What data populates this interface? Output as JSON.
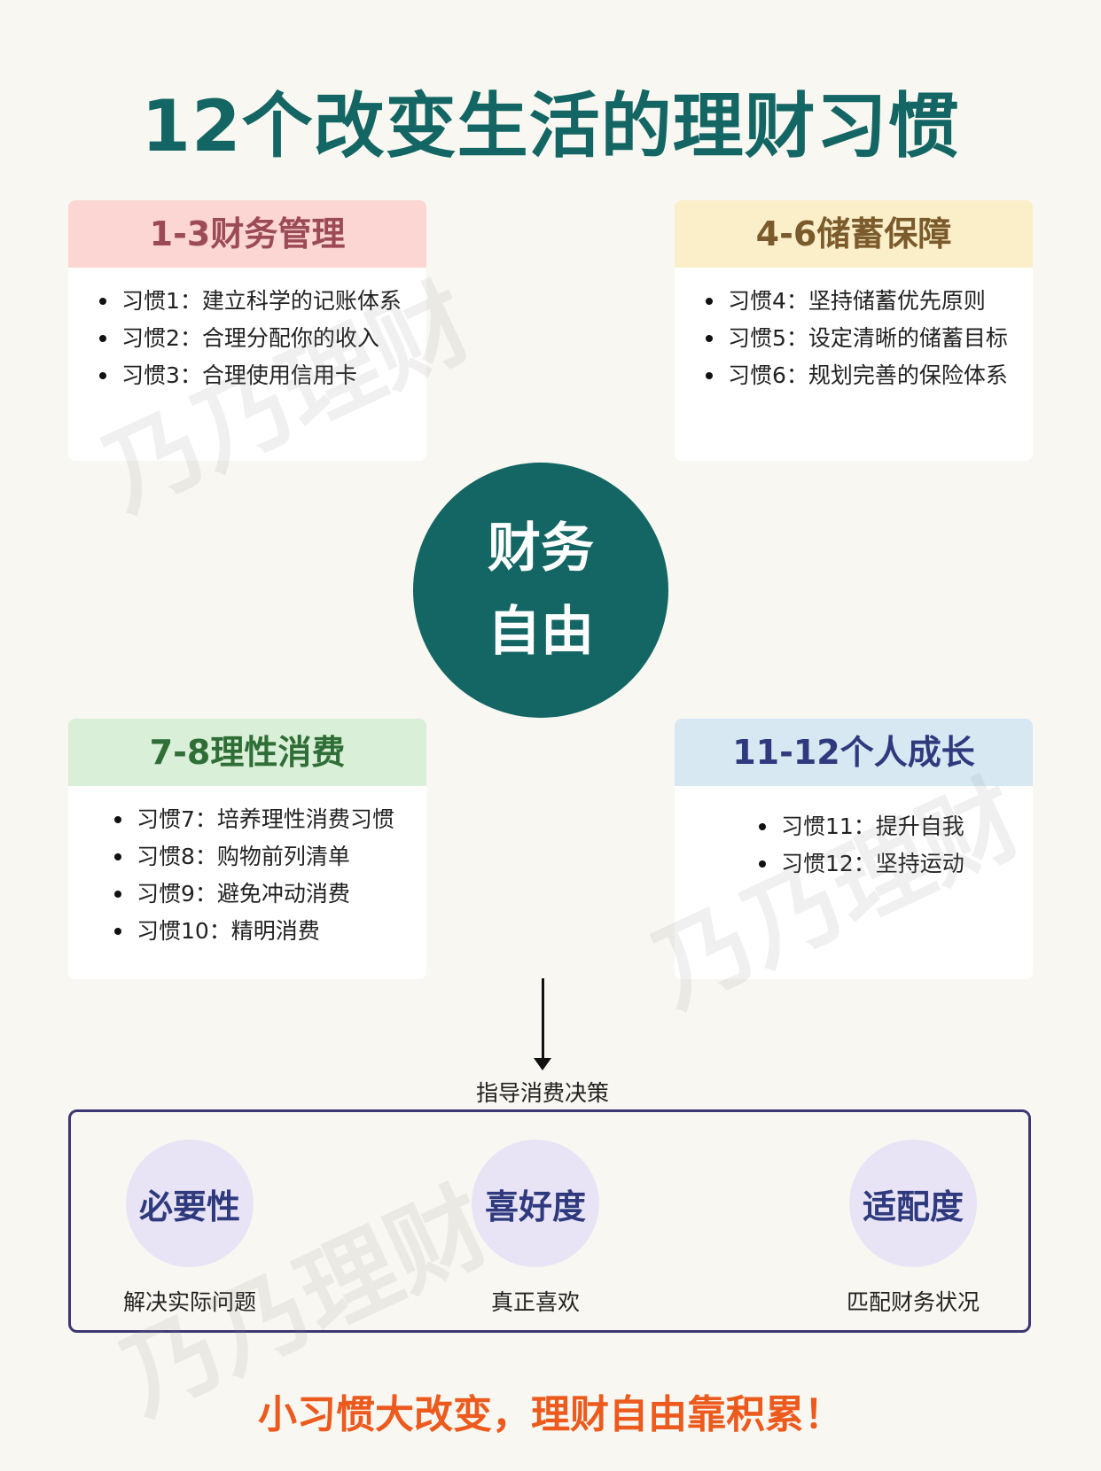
{
  "title": "12个改变生活的理财习惯",
  "cards": [
    {
      "heading": "1-3财务管理",
      "items": [
        "习惯1：建立科学的记账体系",
        "习惯2：合理分配你的收入",
        "习惯3：合理使用信用卡"
      ]
    },
    {
      "heading": "4-6储蓄保障",
      "items": [
        "习惯4：坚持储蓄优先原则",
        "习惯5：设定清晰的储蓄目标",
        "习惯6：规划完善的保险体系"
      ]
    },
    {
      "heading": "7-8理性消费",
      "items": [
        "习惯7：培养理性消费习惯",
        "习惯8：购物前列清单",
        "习惯9：避免冲动消费",
        "习惯10：精明消费"
      ]
    },
    {
      "heading": "11-12个人成长",
      "items": [
        "习惯11：提升自我",
        "习惯12：坚持运动"
      ]
    }
  ],
  "center": {
    "line1": "财务",
    "line2": "自由"
  },
  "arrow_label": "指导消费决策",
  "factors": [
    {
      "label": "必要性",
      "sub": "解决实际问题"
    },
    {
      "label": "喜好度",
      "sub": "真正喜欢"
    },
    {
      "label": "适配度",
      "sub": "匹配财务状况"
    }
  ],
  "slogan": "小习惯大改变，理财自由靠积累！",
  "watermark": "乃乃理财",
  "colors": {
    "title": "#136663",
    "center": "#136663",
    "slogan": "#ec5a1e",
    "card1_head": "#fbd6d3",
    "card2_head": "#faefc9",
    "card3_head": "#d9efd7",
    "card4_head": "#d7e8f3",
    "factor_circle": "#e8e4f6"
  }
}
